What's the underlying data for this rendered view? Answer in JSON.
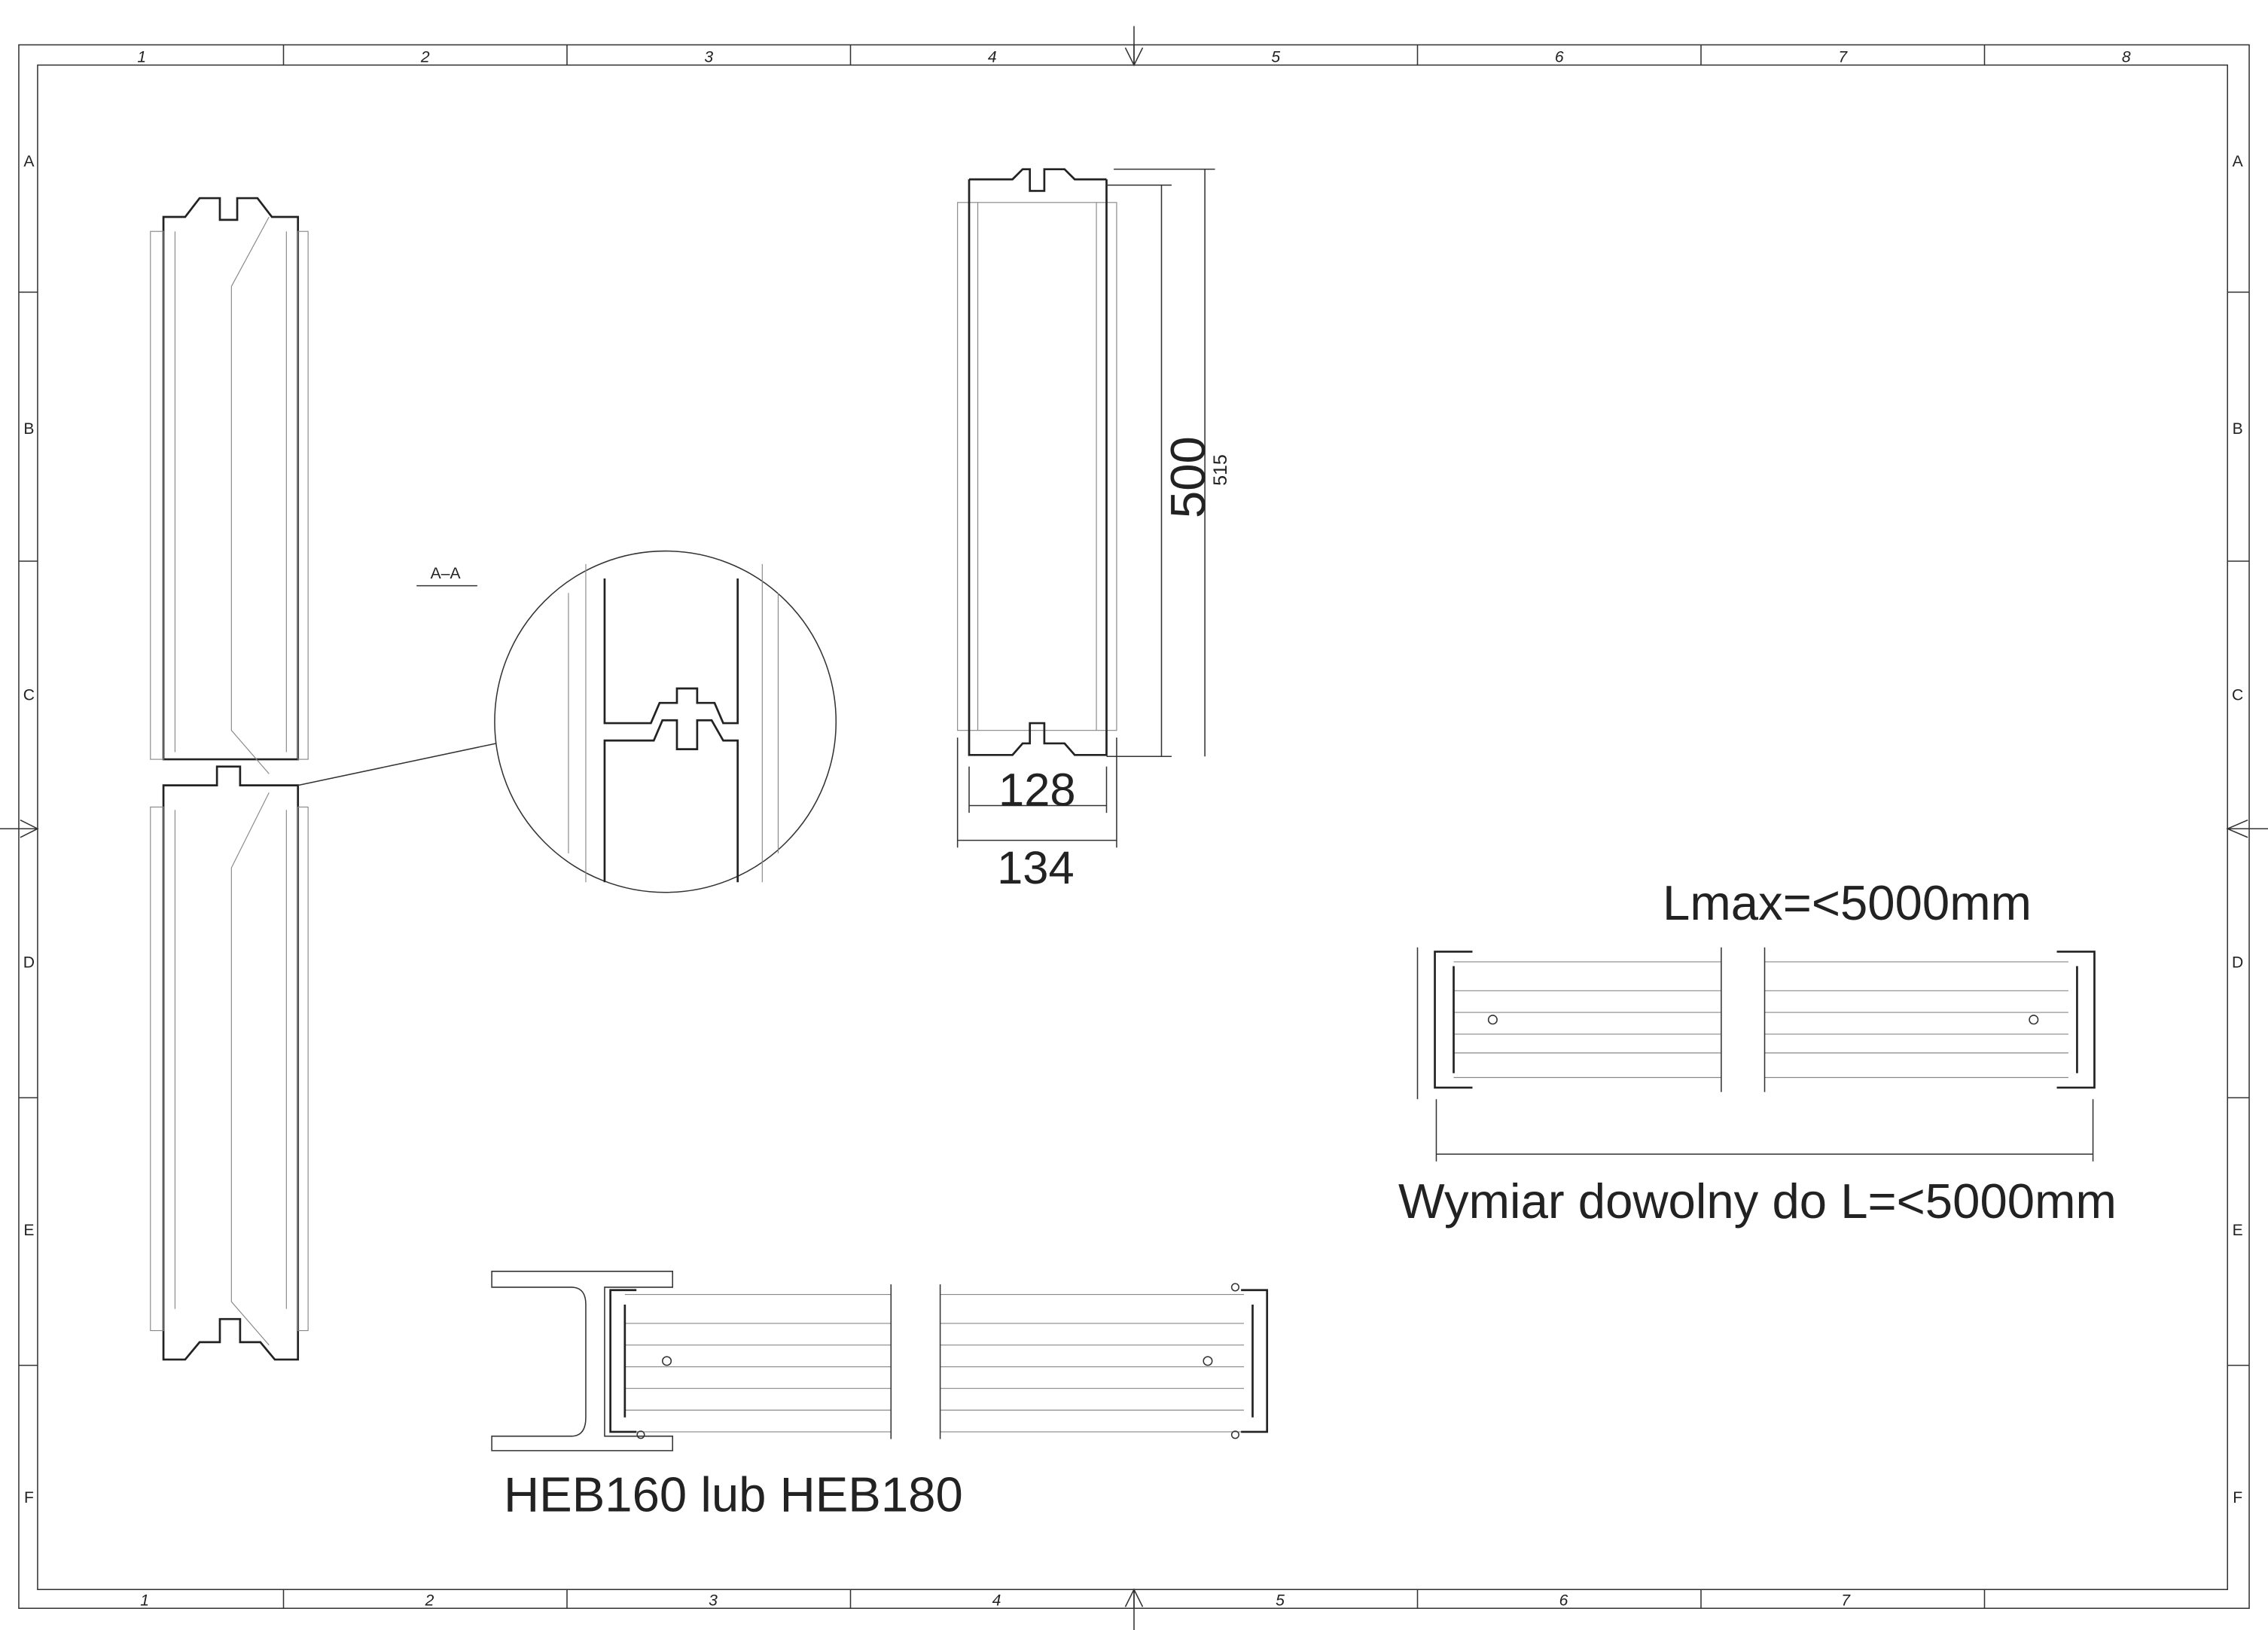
{
  "frame": {
    "columns_top": [
      "1",
      "2",
      "3",
      "4",
      "5",
      "6",
      "7",
      "8"
    ],
    "columns_bottom": [
      "1",
      "2",
      "3",
      "4",
      "5",
      "6",
      "7"
    ],
    "rows": [
      "A",
      "B",
      "C",
      "D",
      "E",
      "F"
    ]
  },
  "section_label": "A–A",
  "front_view": {
    "dim_height_inner": "500",
    "dim_height_outer": "515",
    "dim_width_inner": "128",
    "dim_width_outer": "134"
  },
  "side_view": {
    "length_max": "Lmax=<5000mm",
    "length_note": "Wymiar dowolny do L=<5000mm"
  },
  "beam_view": {
    "beam_label": "HEB160 lub HEB180"
  }
}
